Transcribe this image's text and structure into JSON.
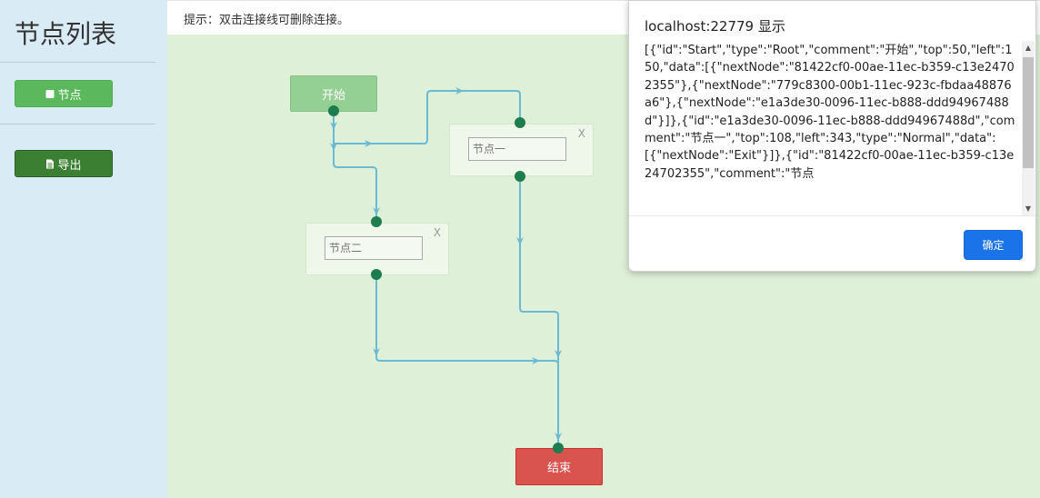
{
  "sidebar": {
    "title": "节点列表",
    "node_button_label": "节点",
    "export_button_label": "导出"
  },
  "hint": "提示：双击连接线可删除连接。",
  "flow": {
    "start_label": "开始",
    "end_label": "结束",
    "nodes": [
      {
        "placeholder": "节点一",
        "close": "X"
      },
      {
        "placeholder": "节点二",
        "close": "X"
      }
    ]
  },
  "dialog": {
    "title": "localhost:22779 显示",
    "content": "[{\"id\":\"Start\",\"type\":\"Root\",\"comment\":\"开始\",\"top\":50,\"left\":150,\"data\":[{\"nextNode\":\"81422cf0-00ae-11ec-b359-c13e24702355\"},{\"nextNode\":\"779c8300-00b1-11ec-923c-fbdaa48876a6\"},{\"nextNode\":\"e1a3de30-0096-11ec-b888-ddd94967488d\"}]},{\"id\":\"e1a3de30-0096-11ec-b888-ddd94967488d\",\"comment\":\"节点一\",\"top\":108,\"left\":343,\"type\":\"Normal\",\"data\":[{\"nextNode\":\"Exit\"}]},{\"id\":\"81422cf0-00ae-11ec-b359-c13e24702355\",\"comment\":\"节点",
    "ok_label": "确定"
  },
  "colors": {
    "sidebar_bg": "#d9ebf5",
    "canvas_bg": "#dff0d8",
    "connector": "#6bbad4",
    "endpoint": "#1e7d4e",
    "start_node": "#94d094",
    "end_node": "#d9534f",
    "primary_button": "#1a73e8"
  }
}
